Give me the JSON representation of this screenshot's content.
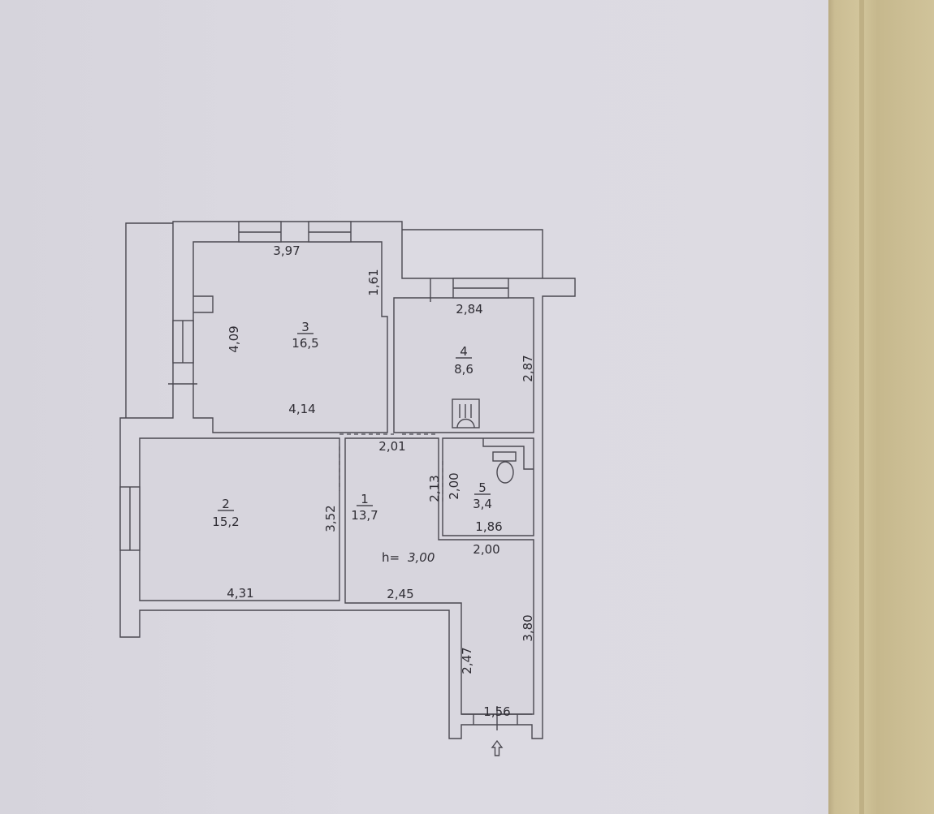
{
  "rooms": [
    {
      "number": "1",
      "area": "13,7"
    },
    {
      "number": "2",
      "area": "15,2"
    },
    {
      "number": "3",
      "area": "16,5"
    },
    {
      "number": "4",
      "area": "8,6"
    },
    {
      "number": "5",
      "area": "3,4"
    }
  ],
  "dimensions": {
    "r3_top": "3,97",
    "r3_left": "4,09",
    "r3_bottom": "4,14",
    "r3_right": "1,61",
    "r4_top": "2,84",
    "r4_right": "2,87",
    "hall_top": "2,01",
    "bath_left_outer": "2,13",
    "bath_left_inner": "2,00",
    "bath_bottom": "1,86",
    "entry_top": "2,00",
    "r2_right": "3,52",
    "r2_bottom": "4,31",
    "hall_bottom": "2,45",
    "entry_left": "2,47",
    "entry_right": "3,80",
    "entry_bottom": "1,56"
  },
  "ceiling_height": {
    "label": "h=",
    "value": "3,00"
  }
}
